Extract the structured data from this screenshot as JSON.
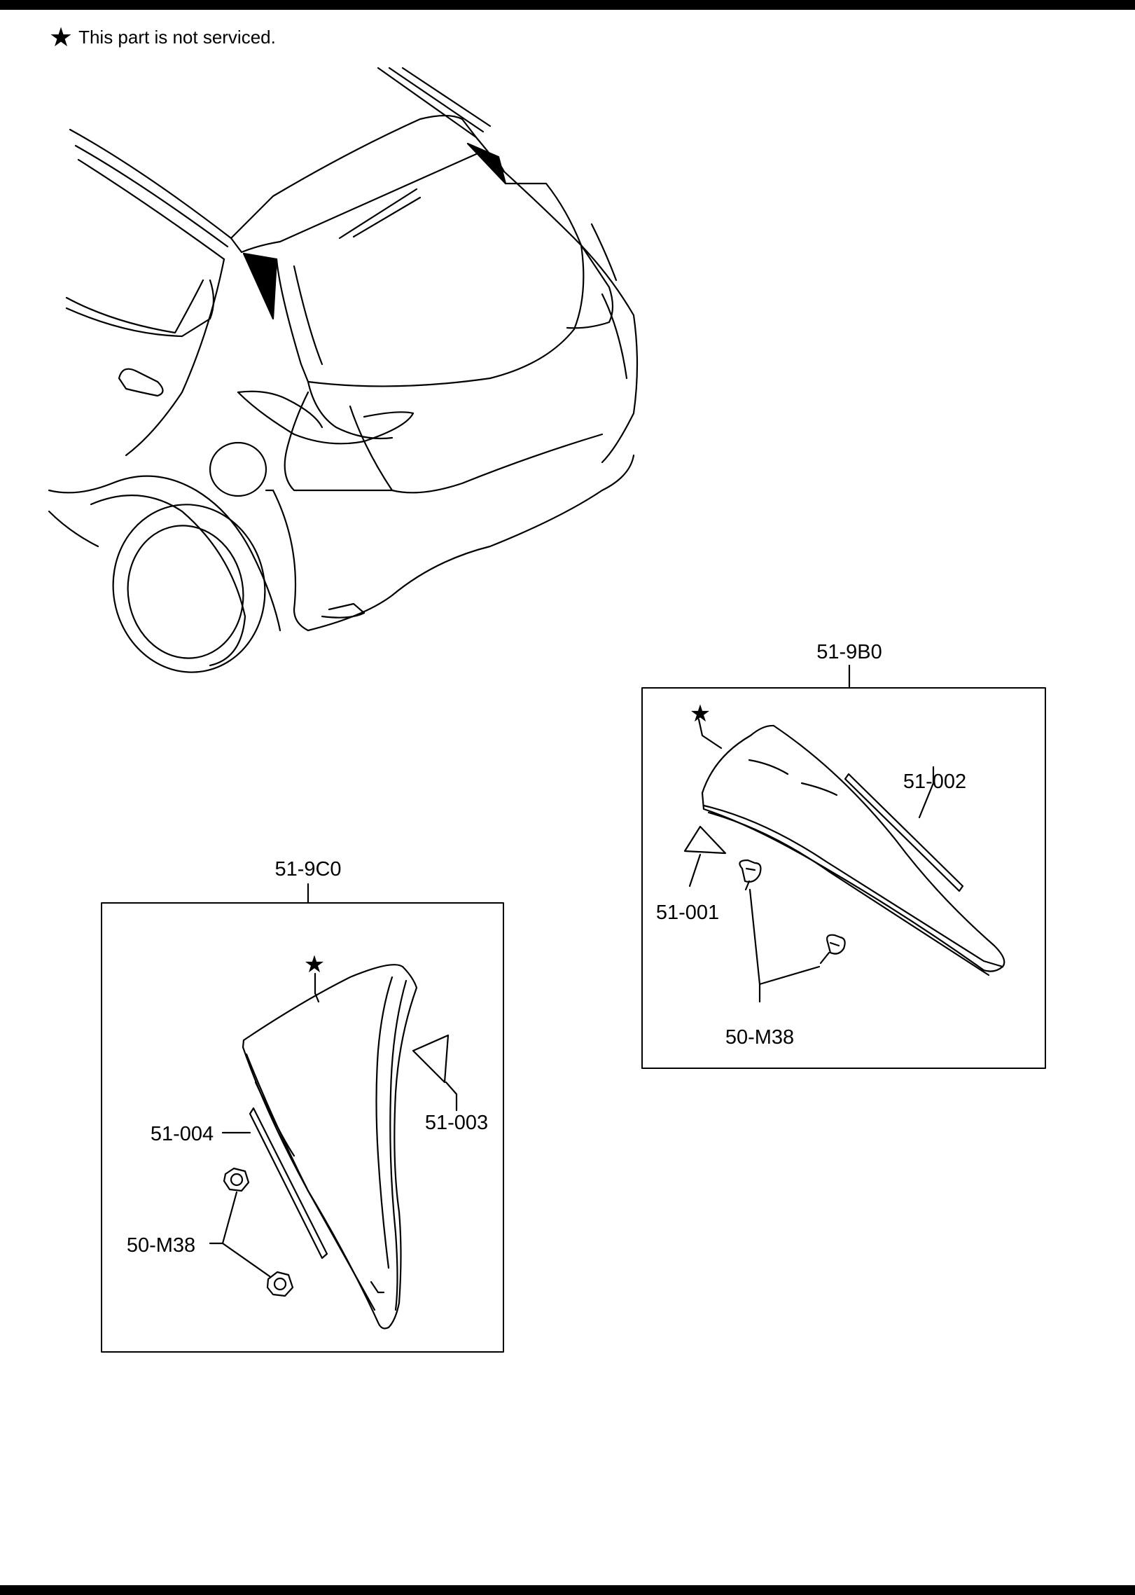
{
  "legend": {
    "star_symbol": "★",
    "note": "This part is not serviced."
  },
  "assembly_right": {
    "code": "51-9B0",
    "parts": {
      "garnish_strip": "51-002",
      "tape": "51-001",
      "clip": "50-M38",
      "main_part_marker": "★"
    }
  },
  "assembly_left": {
    "code": "51-9C0",
    "parts": {
      "tape": "51-003",
      "strip": "51-004",
      "nut": "50-M38",
      "main_part_marker": "★"
    }
  }
}
